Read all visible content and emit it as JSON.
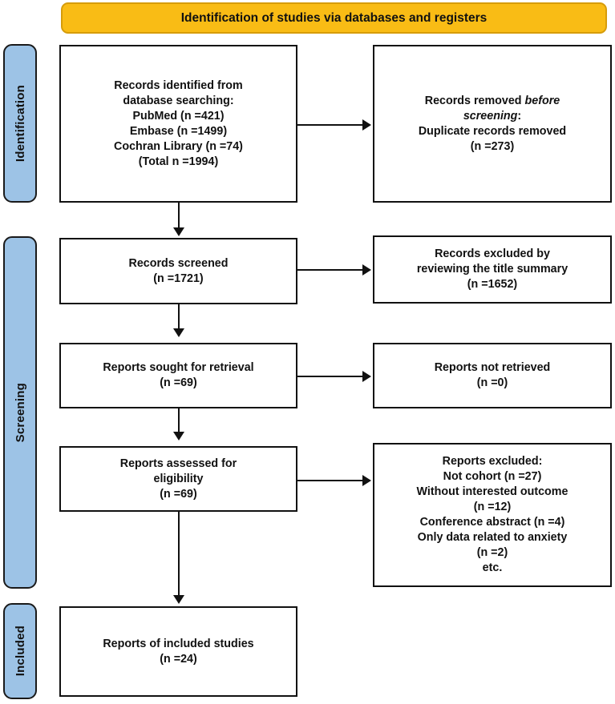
{
  "banner": {
    "title": "Identification of studies via databases and registers"
  },
  "phases": [
    {
      "key": "identification",
      "label": "Identification"
    },
    {
      "key": "screening",
      "label": "Screening"
    },
    {
      "key": "included",
      "label": "Included"
    }
  ],
  "boxes": {
    "records_identified": {
      "line1": "Records identified from",
      "line2": "database searching:",
      "line3": "PubMed (n =421)",
      "line4": "Embase (n =1499)",
      "line5": "Cochran Library (n =74)",
      "line6": "(Total n =1994)"
    },
    "records_removed": {
      "line1": "Records removed ",
      "line1_em": "before",
      "line2_em": "screening",
      "line2_tail": ":",
      "line3": "Duplicate records removed",
      "line4": "(n =273)"
    },
    "records_screened": {
      "line1": "Records screened",
      "line2": "(n =1721)"
    },
    "records_excluded": {
      "line1": "Records excluded by",
      "line2": "reviewing the title summary",
      "line3": "(n =1652)"
    },
    "reports_sought": {
      "line1": "Reports sought for retrieval",
      "line2": "(n =69)"
    },
    "reports_not_retrieved": {
      "line1": "Reports not retrieved",
      "line2": "(n =0)"
    },
    "reports_assessed": {
      "line1": "Reports assessed for",
      "line2": "eligibility",
      "line3": "(n =69)"
    },
    "reports_excluded": {
      "line1": "Reports excluded:",
      "line2": "Not cohort (n =27)",
      "line3": "Without interested outcome",
      "line4": "(n =12)",
      "line5": "Conference abstract (n =4)",
      "line6": "Only data related to anxiety",
      "line7": "(n =2)",
      "line8": "etc."
    },
    "reports_included": {
      "line1": "Reports of included studies",
      "line2": "(n =24)"
    }
  },
  "chart_data": {
    "type": "diagram",
    "title": "PRISMA 2020 flow diagram",
    "subtitle": "Identification of studies via databases and registers",
    "phases": [
      "Identification",
      "Screening",
      "Included"
    ],
    "nodes": [
      {
        "id": "records_identified",
        "phase": "Identification",
        "column": "left",
        "label": "Records identified from database searching",
        "n": 1994,
        "breakdown": [
          {
            "source": "PubMed",
            "n": 421
          },
          {
            "source": "Embase",
            "n": 1499
          },
          {
            "source": "Cochran Library",
            "n": 74
          }
        ]
      },
      {
        "id": "records_removed",
        "phase": "Identification",
        "column": "right",
        "label": "Records removed before screening: Duplicate records removed",
        "n": 273
      },
      {
        "id": "records_screened",
        "phase": "Screening",
        "column": "left",
        "label": "Records screened",
        "n": 1721
      },
      {
        "id": "records_excluded",
        "phase": "Screening",
        "column": "right",
        "label": "Records excluded by reviewing the title summary",
        "n": 1652
      },
      {
        "id": "reports_sought",
        "phase": "Screening",
        "column": "left",
        "label": "Reports sought for retrieval",
        "n": 69
      },
      {
        "id": "reports_not_retrieved",
        "phase": "Screening",
        "column": "right",
        "label": "Reports not retrieved",
        "n": 0
      },
      {
        "id": "reports_assessed",
        "phase": "Screening",
        "column": "left",
        "label": "Reports assessed for eligibility",
        "n": 69
      },
      {
        "id": "reports_excluded",
        "phase": "Screening",
        "column": "right",
        "label": "Reports excluded",
        "n": null,
        "breakdown": [
          {
            "reason": "Not cohort",
            "n": 27
          },
          {
            "reason": "Without interested outcome",
            "n": 12
          },
          {
            "reason": "Conference abstract",
            "n": 4
          },
          {
            "reason": "Only data related to anxiety",
            "n": 2
          },
          {
            "reason": "etc.",
            "n": null
          }
        ]
      },
      {
        "id": "reports_included",
        "phase": "Included",
        "column": "left",
        "label": "Reports of included studies",
        "n": 24
      }
    ],
    "edges": [
      {
        "from": "records_identified",
        "to": "records_removed",
        "direction": "right"
      },
      {
        "from": "records_identified",
        "to": "records_screened",
        "direction": "down"
      },
      {
        "from": "records_screened",
        "to": "records_excluded",
        "direction": "right"
      },
      {
        "from": "records_screened",
        "to": "reports_sought",
        "direction": "down"
      },
      {
        "from": "reports_sought",
        "to": "reports_not_retrieved",
        "direction": "right"
      },
      {
        "from": "reports_sought",
        "to": "reports_assessed",
        "direction": "down"
      },
      {
        "from": "reports_assessed",
        "to": "reports_excluded",
        "direction": "right"
      },
      {
        "from": "reports_assessed",
        "to": "reports_included",
        "direction": "down"
      }
    ],
    "colors": {
      "banner_fill": "#F9BC15",
      "banner_border": "#D69C0A",
      "phase_tab_fill": "#9DC3E6",
      "box_border": "#111111",
      "box_fill": "#FFFFFF",
      "text": "#111111"
    }
  }
}
